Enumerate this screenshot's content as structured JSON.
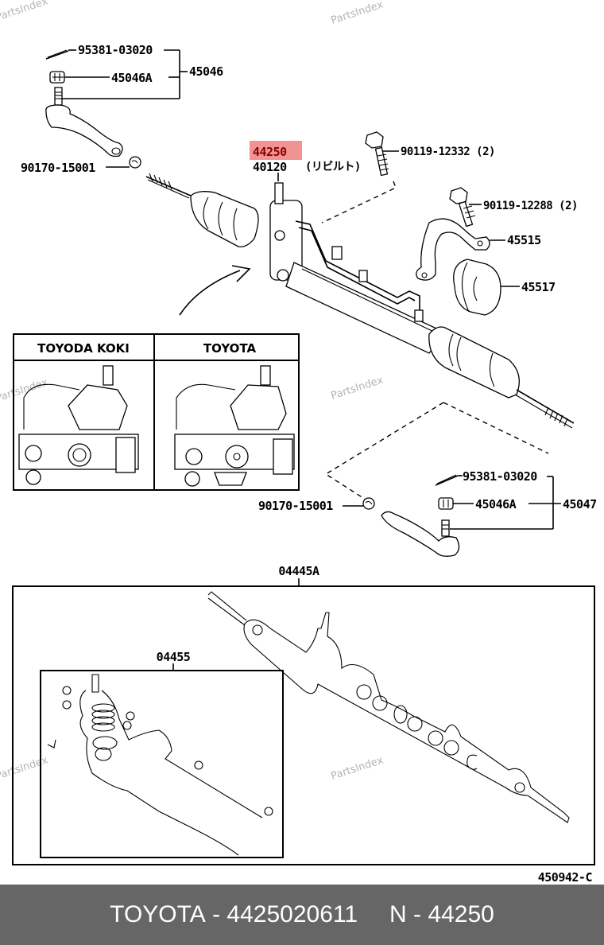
{
  "diagram": {
    "highlight_color": "#f08080",
    "highlighted_part": "44250",
    "labels": {
      "cotter_pin_top": "95381-03020",
      "nut_top": "45046A",
      "tie_rod_end_top": "45046",
      "clip_top": "90170-15001",
      "gear_assembly": "44250",
      "gear_rebuilt": "40120",
      "rebuilt_note": "(リビルト)",
      "bolt_1": "90119-12332 (2)",
      "bolt_2": "90119-12288 (2)",
      "bracket": "45515",
      "bushing": "45517",
      "cotter_pin_bottom": "95381-03020",
      "nut_bottom": "45046A",
      "tie_rod_end_bottom": "45047",
      "clip_bottom": "90170-15001",
      "gasket_kit": "04445A",
      "repair_kit": "04455",
      "figure_code": "450942-C"
    },
    "variant_table": {
      "headers": [
        "TOYODA KOKI",
        "TOYOTA"
      ]
    },
    "watermark": "PartsIndex"
  },
  "footer": {
    "brand": "TOYOTA",
    "part_number": "4425020611",
    "separator": " - ",
    "ref_prefix": "N",
    "ref_number": "44250"
  }
}
